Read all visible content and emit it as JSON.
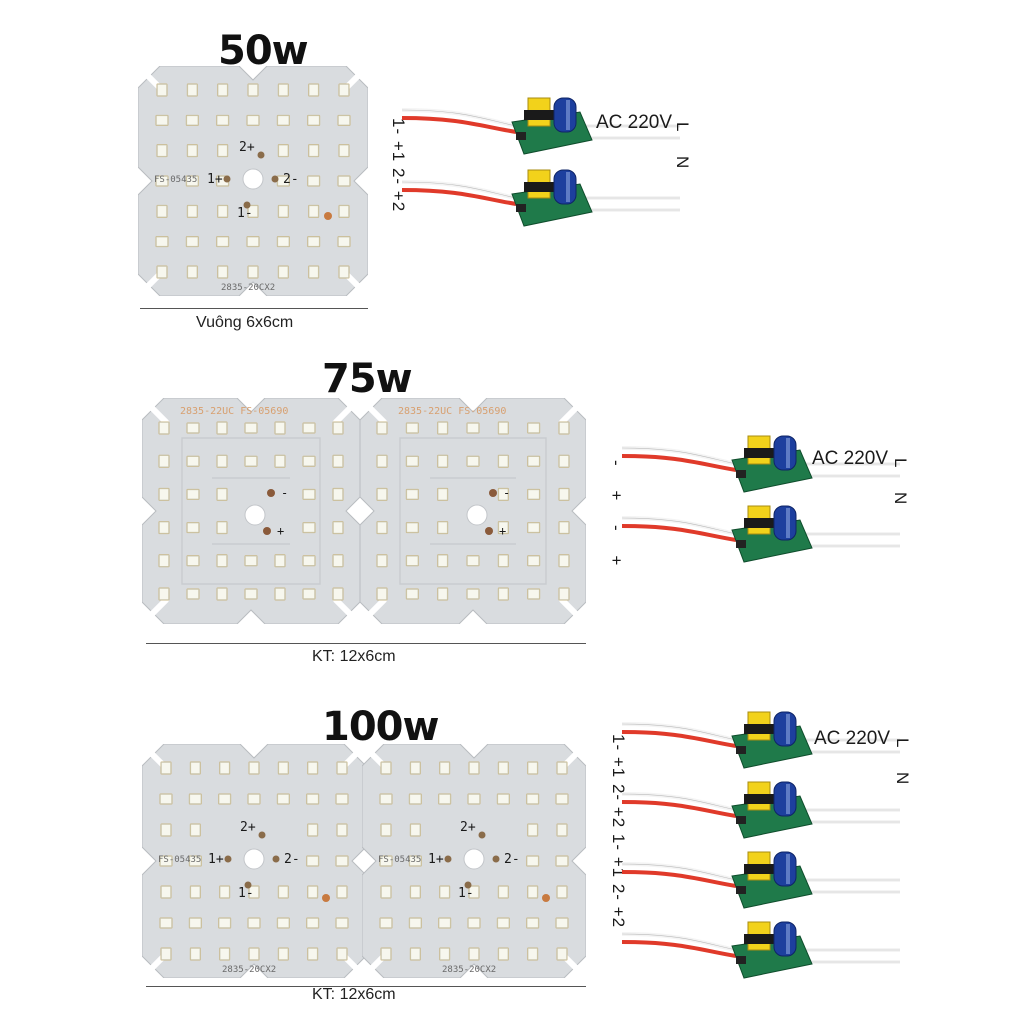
{
  "sections": [
    {
      "id": "50w",
      "power_label": "50w",
      "size_label": "Vuông 6x6cm",
      "board_code": "FS-05435",
      "board_model": "2835-20CX2",
      "pad_labels": [
        "2+",
        "1+",
        "2-",
        "1-"
      ],
      "ac_label": "AC 220V",
      "line_label": "L",
      "neutral_label": "N",
      "pin_labels": "1- +1 2- +2"
    },
    {
      "id": "75w",
      "power_label": "75w",
      "size_label": "KT: 12x6cm",
      "board_code": "2835-22UC FS-05690",
      "pad_labels": [
        "-",
        "+"
      ],
      "ac_label": "AC 220V",
      "line_label": "L",
      "neutral_label": "N",
      "pin_labels": "- + - +"
    },
    {
      "id": "100w",
      "power_label": "100w",
      "size_label": "KT: 12x6cm",
      "board_code": "FS-05435",
      "board_model": "2835-20CX2",
      "pad_labels": [
        "2+",
        "1+",
        "2-",
        "1-"
      ],
      "ac_label": "AC 220V",
      "line_label": "L",
      "neutral_label": "N",
      "pin_labels": "1- +1 2- +2 1- +1 2- +2"
    }
  ],
  "colors": {
    "board": "#d9dcdf",
    "led": "#f7f7ee",
    "led_pad": "#c9b88a",
    "driver_pcb": "#1f7a4a",
    "capacitor": "#1d3f9e",
    "transformer": "#f2d21b",
    "wire_red": "#e03a2a",
    "wire_white": "#f4f4f4"
  }
}
